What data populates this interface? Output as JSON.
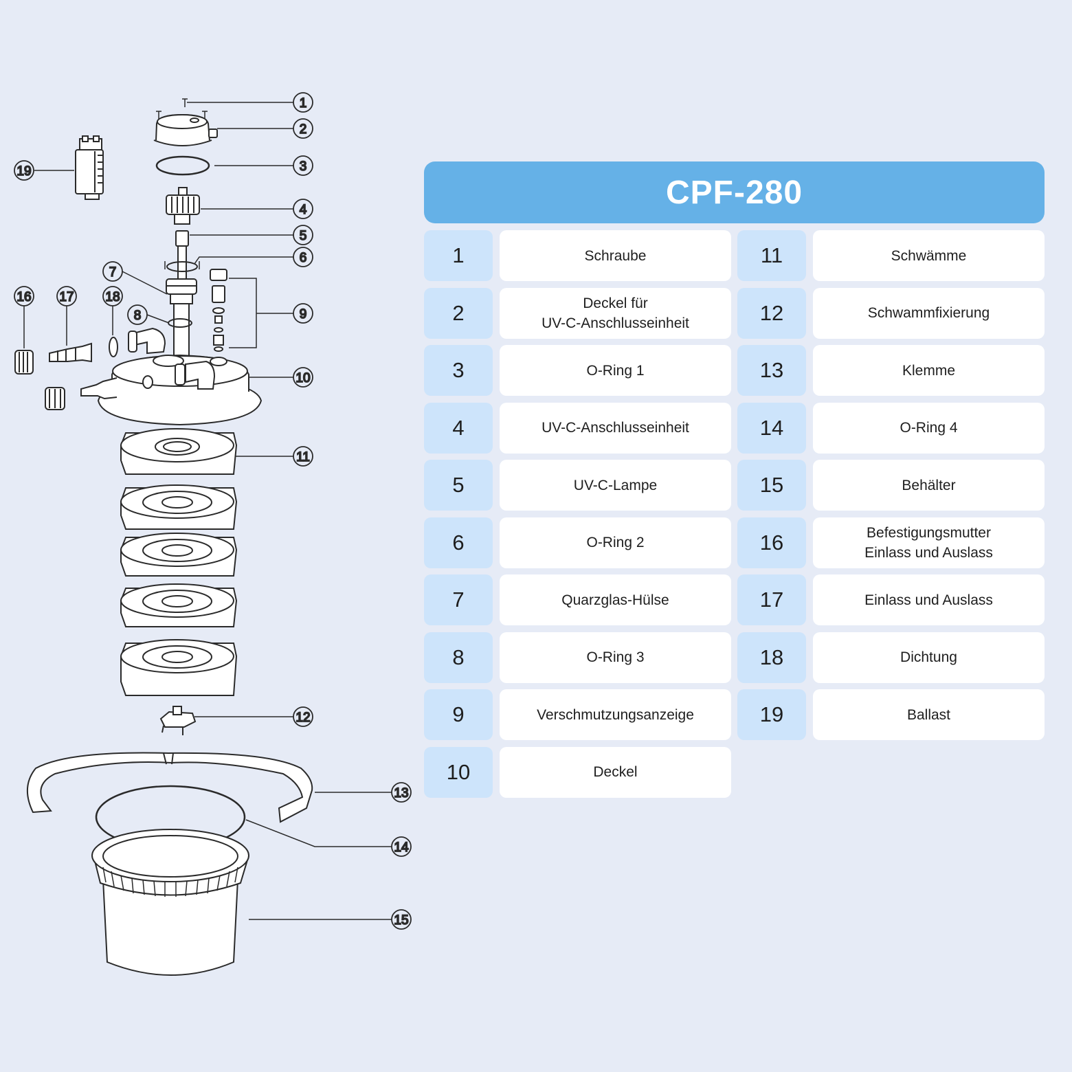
{
  "model_title": "CPF-280",
  "callouts": [
    "1",
    "2",
    "3",
    "4",
    "5",
    "6",
    "7",
    "8",
    "9",
    "10",
    "11",
    "12",
    "13",
    "14",
    "15",
    "16",
    "17",
    "18",
    "19"
  ],
  "parts": [
    {
      "num": "1",
      "name": "Schraube"
    },
    {
      "num": "2",
      "name": "Deckel für\nUV-C-Anschlusseinheit"
    },
    {
      "num": "3",
      "name": "O-Ring 1"
    },
    {
      "num": "4",
      "name": "UV-C-Anschlusseinheit"
    },
    {
      "num": "5",
      "name": "UV-C-Lampe"
    },
    {
      "num": "6",
      "name": "O-Ring 2"
    },
    {
      "num": "7",
      "name": "Quarzglas-Hülse"
    },
    {
      "num": "8",
      "name": "O-Ring 3"
    },
    {
      "num": "9",
      "name": "Verschmutzungsanzeige"
    },
    {
      "num": "10",
      "name": "Deckel"
    },
    {
      "num": "11",
      "name": "Schwämme"
    },
    {
      "num": "12",
      "name": "Schwammfixierung"
    },
    {
      "num": "13",
      "name": "Klemme"
    },
    {
      "num": "14",
      "name": "O-Ring 4"
    },
    {
      "num": "15",
      "name": "Behälter"
    },
    {
      "num": "16",
      "name": "Befestigungsmutter\nEinlass und Auslass"
    },
    {
      "num": "17",
      "name": "Einlass und Auslass"
    },
    {
      "num": "18",
      "name": "Dichtung"
    },
    {
      "num": "19",
      "name": "Ballast"
    }
  ]
}
